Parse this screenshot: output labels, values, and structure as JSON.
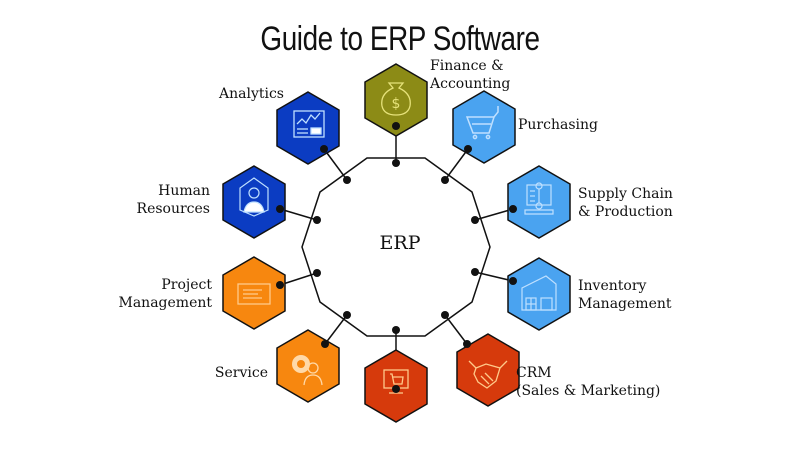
{
  "title": "Guide to ERP Software",
  "center": {
    "label": "ERP"
  },
  "colors": {
    "olive": "#8c8b16",
    "light_blue": "#4aa3f0",
    "dark_blue": "#0b3cc2",
    "orange": "#f7870f",
    "red": "#d63a0c",
    "icon_line_blue": "#bfe0ff",
    "icon_line_olive": "#e6e27a",
    "icon_line_orange": "#ffc98a"
  },
  "modules": [
    {
      "id": "finance",
      "label_line1": "Finance &",
      "label_line2": "Accounting",
      "icon": "money-bag-icon",
      "color": "olive"
    },
    {
      "id": "purchasing",
      "label_line1": "Purchasing",
      "label_line2": "",
      "icon": "shopping-cart-icon",
      "color": "light_blue"
    },
    {
      "id": "supply-chain",
      "label_line1": "Supply Chain",
      "label_line2": "& Production",
      "icon": "production-line-icon",
      "color": "light_blue"
    },
    {
      "id": "inventory",
      "label_line1": "Inventory",
      "label_line2": "Management",
      "icon": "warehouse-icon",
      "color": "light_blue"
    },
    {
      "id": "crm",
      "label_line1": "CRM",
      "label_line2": "(Sales & Marketing)",
      "icon": "handshake-icon",
      "color": "red"
    },
    {
      "id": "ecommerce",
      "label_line1": "",
      "label_line2": "",
      "icon": "monitor-cart-icon",
      "color": "red"
    },
    {
      "id": "service",
      "label_line1": "Service",
      "label_line2": "",
      "icon": "gear-person-icon",
      "color": "orange"
    },
    {
      "id": "project",
      "label_line1": "Project",
      "label_line2": "Management",
      "icon": "ticket-card-icon",
      "color": "orange"
    },
    {
      "id": "hr",
      "label_line1": "Human",
      "label_line2": "Resources",
      "icon": "person-network-icon",
      "color": "dark_blue"
    },
    {
      "id": "analytics",
      "label_line1": "Analytics",
      "label_line2": "",
      "icon": "chart-dashboard-icon",
      "color": "dark_blue"
    }
  ]
}
